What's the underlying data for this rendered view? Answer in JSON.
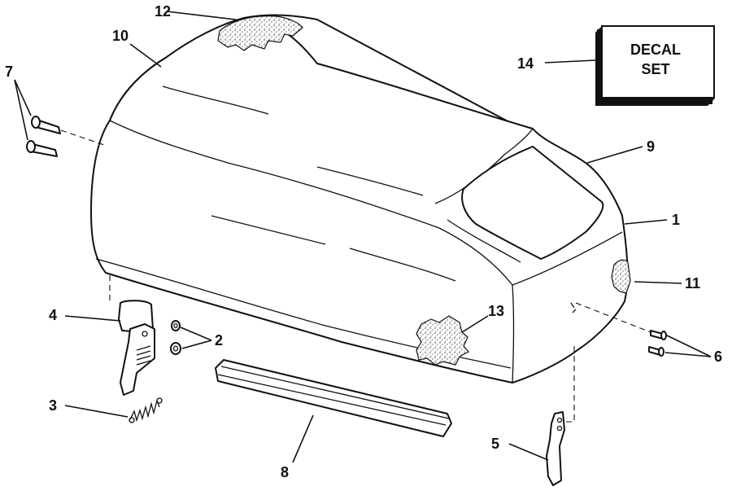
{
  "decal": {
    "line1": "DECAL",
    "line2": "SET"
  },
  "callouts": {
    "c1": "1",
    "c2": "2",
    "c3": "3",
    "c4": "4",
    "c5": "5",
    "c6": "6",
    "c7": "7",
    "c8": "8",
    "c9": "9",
    "c10": "10",
    "c11": "11",
    "c12": "12",
    "c13": "13",
    "c14": "14"
  }
}
